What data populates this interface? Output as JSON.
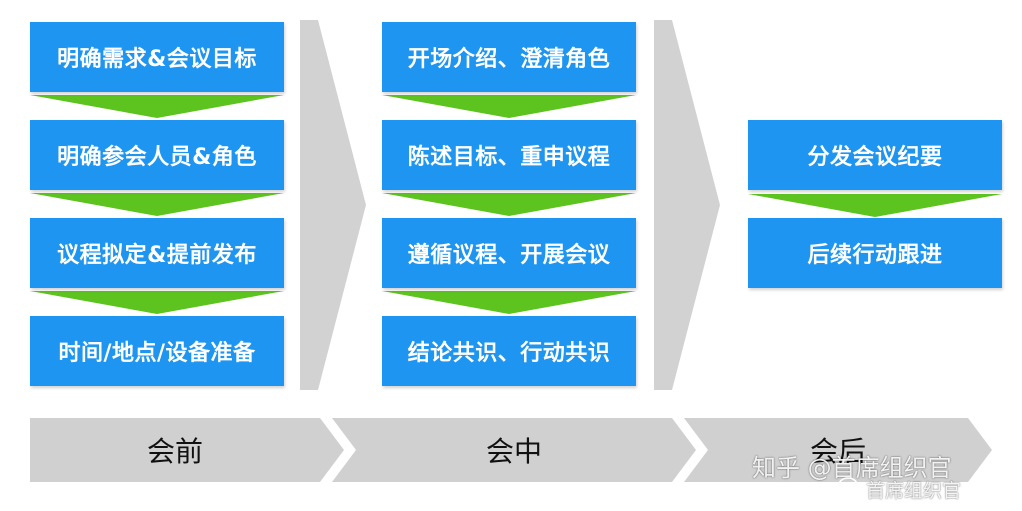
{
  "colors": {
    "box_blue": "#1e95f0",
    "funnel_green": "#5cc31f",
    "chevron_gray": "#d2d2d2",
    "phase_bar_gray": "#d0d0d0"
  },
  "columns": [
    {
      "phase": "会前",
      "steps": [
        "明确需求&会议目标",
        "明确参会人员&角色",
        "议程拟定&提前发布",
        "时间/地点/设备准备"
      ]
    },
    {
      "phase": "会中",
      "steps": [
        "开场介绍、澄清角色",
        "陈述目标、重申议程",
        "遵循议程、开展会议",
        "结论共识、行动共识"
      ]
    },
    {
      "phase": "会后",
      "steps": [
        "分发会议纪要",
        "后续行动跟进"
      ]
    }
  ],
  "watermark": {
    "main": "知乎 @首席组织官",
    "sub": "首席组织官",
    "icon": "wechat-icon"
  }
}
